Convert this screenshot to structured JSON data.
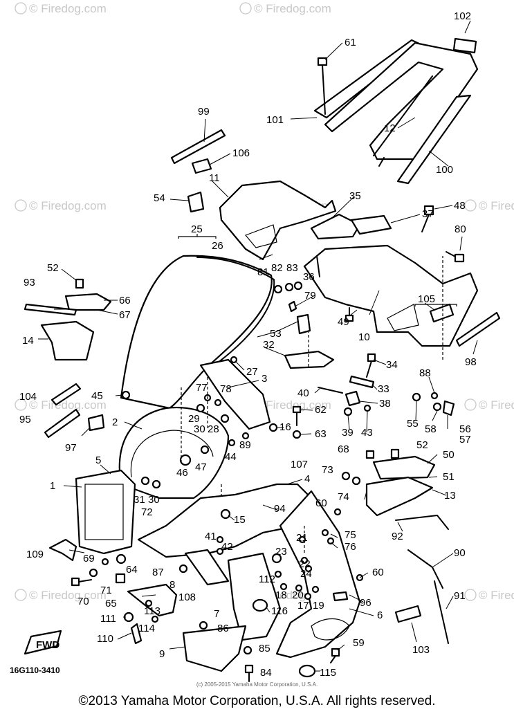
{
  "watermark": "© Firedog.com",
  "part_numbers": [
    "1",
    "2",
    "3",
    "4",
    "5",
    "6",
    "7",
    "8",
    "9",
    "10",
    "11",
    "12",
    "13",
    "14",
    "15",
    "16",
    "17",
    "18",
    "19",
    "20",
    "21",
    "22",
    "23",
    "24",
    "25",
    "26",
    "27",
    "28",
    "29",
    "30",
    "31",
    "32",
    "33",
    "34",
    "35",
    "36",
    "37",
    "38",
    "39",
    "40",
    "41",
    "42",
    "43",
    "44",
    "45",
    "46",
    "47",
    "48",
    "49",
    "50",
    "51",
    "52",
    "53",
    "54",
    "55",
    "56",
    "57",
    "58",
    "59",
    "60",
    "61",
    "62",
    "63",
    "64",
    "65",
    "66",
    "67",
    "68",
    "69",
    "70",
    "71",
    "72",
    "73",
    "74",
    "75",
    "76",
    "77",
    "78",
    "79",
    "80",
    "81",
    "82",
    "83",
    "84",
    "85",
    "86",
    "87",
    "88",
    "89",
    "90",
    "91",
    "92",
    "93",
    "94",
    "95",
    "96",
    "97",
    "98",
    "99",
    "100",
    "101",
    "102",
    "103",
    "104",
    "105",
    "106",
    "107",
    "108",
    "109",
    "110",
    "111",
    "112",
    "113",
    "114",
    "115",
    "116"
  ],
  "diagram_code": "16G110-3410",
  "fwd_label": "FWD",
  "small_copyright": "(c) 2005-2015 Yamaha Motor Corporation, U.S.A.",
  "copyright": "©2013 Yamaha Motor Corporation, U.S.A. All rights reserved."
}
